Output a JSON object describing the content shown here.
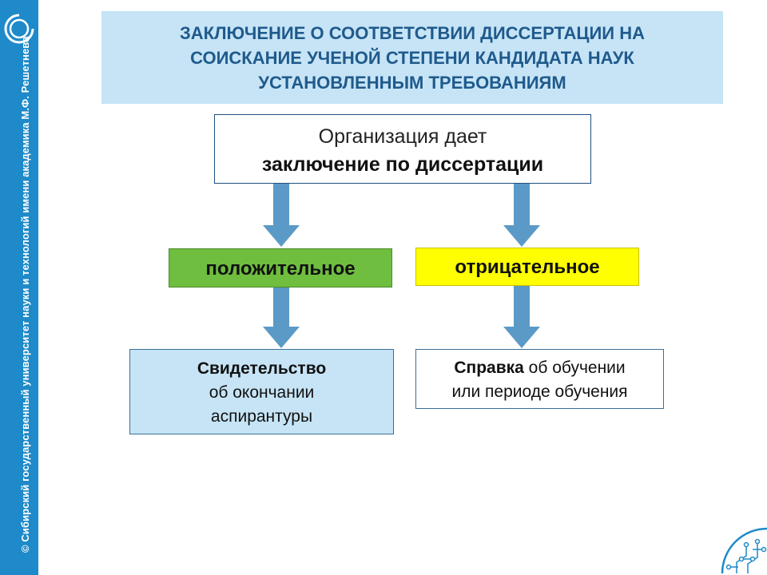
{
  "side": {
    "text": "© Сибирский государственный университет науки и технологий имени академика М.Ф. Решетнева"
  },
  "title": {
    "line1": "ЗАКЛЮЧЕНИЕ О СООТВЕТСТВИИ ДИССЕРТАЦИИ НА",
    "line2": "СОИСКАНИЕ УЧЕНОЙ СТЕПЕНИ КАНДИДАТА НАУК",
    "line3": "УСТАНОВЛЕННЫМ ТРЕБОВАНИЯМ"
  },
  "org": {
    "line1": "Организация дает",
    "line2": "заключение по диссертации"
  },
  "positive": {
    "label": "положительное"
  },
  "negative": {
    "label": "отрицательное"
  },
  "certificate": {
    "bold": "Свидетельство",
    "line2": "об окончании",
    "line3": "аспирантуры"
  },
  "reference": {
    "bold": "Справка",
    "line1_rest": " об обучении",
    "line2": "или периоде обучения"
  },
  "colors": {
    "brand_blue": "#1e8ac9",
    "title_bg": "#c6e4f6",
    "title_text": "#1f5a8c",
    "positive_green": "#6fbe3f",
    "negative_yellow": "#ffff00",
    "arrow_blue": "#5b9ac6"
  },
  "icons": {
    "logo": "university-logo-icon",
    "corner": "circuit-decoration-icon"
  }
}
